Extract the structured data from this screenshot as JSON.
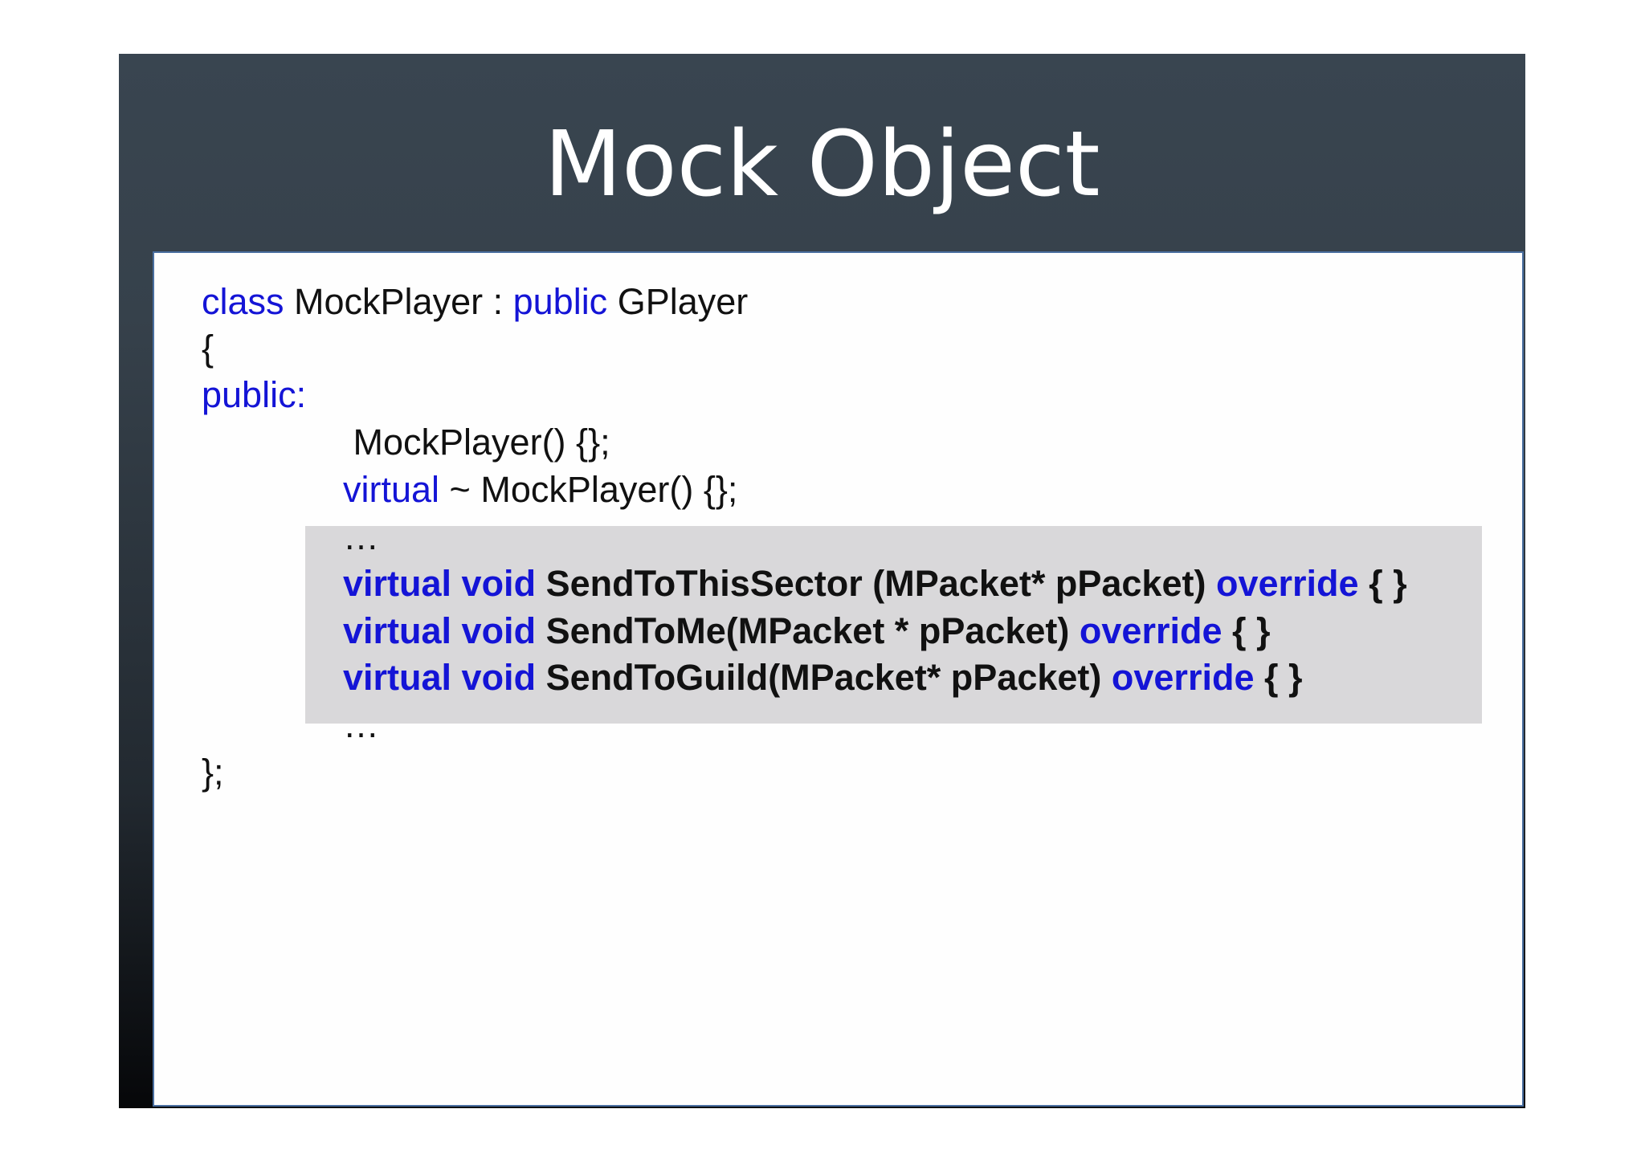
{
  "slide": {
    "title": "Mock Object"
  },
  "code": {
    "line1": {
      "kw1": "class",
      "t1": " MockPlayer : ",
      "kw2": "public",
      "t2": " GPlayer"
    },
    "line2": {
      "t1": "{"
    },
    "line3": {
      "kw1": "public:"
    },
    "line4": {
      "t1": " MockPlayer() {};"
    },
    "line5": {
      "kw1": "virtual",
      "t1": " ~ MockPlayer() {};"
    },
    "line6": {
      "t1": "…"
    },
    "line7": {
      "kw1": "virtual void",
      "t1": " SendToThisSector (MPacket* pPacket) ",
      "kw2": "override",
      "t2": " { }"
    },
    "line8": {
      "kw1": "virtual void",
      "t1": " SendToMe(MPacket * pPacket) ",
      "kw2": "override",
      "t2": " { }"
    },
    "line9": {
      "kw1": "virtual void",
      "t1": " SendToGuild(MPacket* pPacket) ",
      "kw2": "override",
      "t2": " { }"
    },
    "line10": {
      "t1": "…"
    },
    "line11": {
      "t1": "};"
    }
  },
  "colors": {
    "keyword": "#1414d6",
    "text": "#111111",
    "header_bg": "#394550",
    "highlight_bg": "#d9d8da",
    "content_border": "#4a6fa0"
  }
}
